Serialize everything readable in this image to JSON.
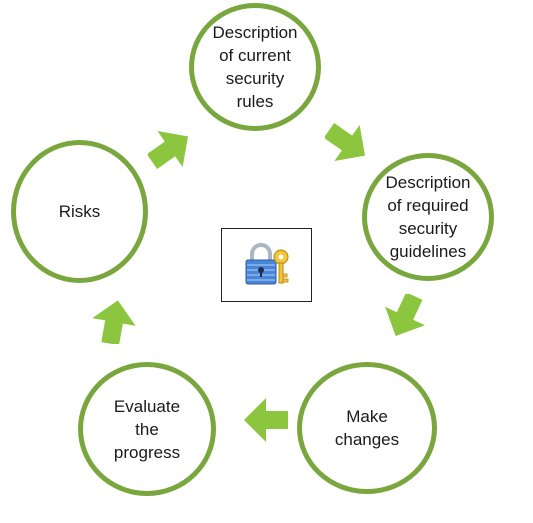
{
  "diagram": {
    "nodes": [
      {
        "id": "n1",
        "label": "Description\nof current\nsecurity\nrules"
      },
      {
        "id": "n2",
        "label": "Description\nof required\nsecurity\nguidelines"
      },
      {
        "id": "n3",
        "label": "Make\nchanges"
      },
      {
        "id": "n4",
        "label": "Evaluate\nthe\nprogress"
      },
      {
        "id": "n5",
        "label": "Risks"
      }
    ],
    "center_icon": "lock-and-key-icon",
    "colors": {
      "accent": "#7aa63e",
      "arrow": "#8cc63f"
    }
  }
}
